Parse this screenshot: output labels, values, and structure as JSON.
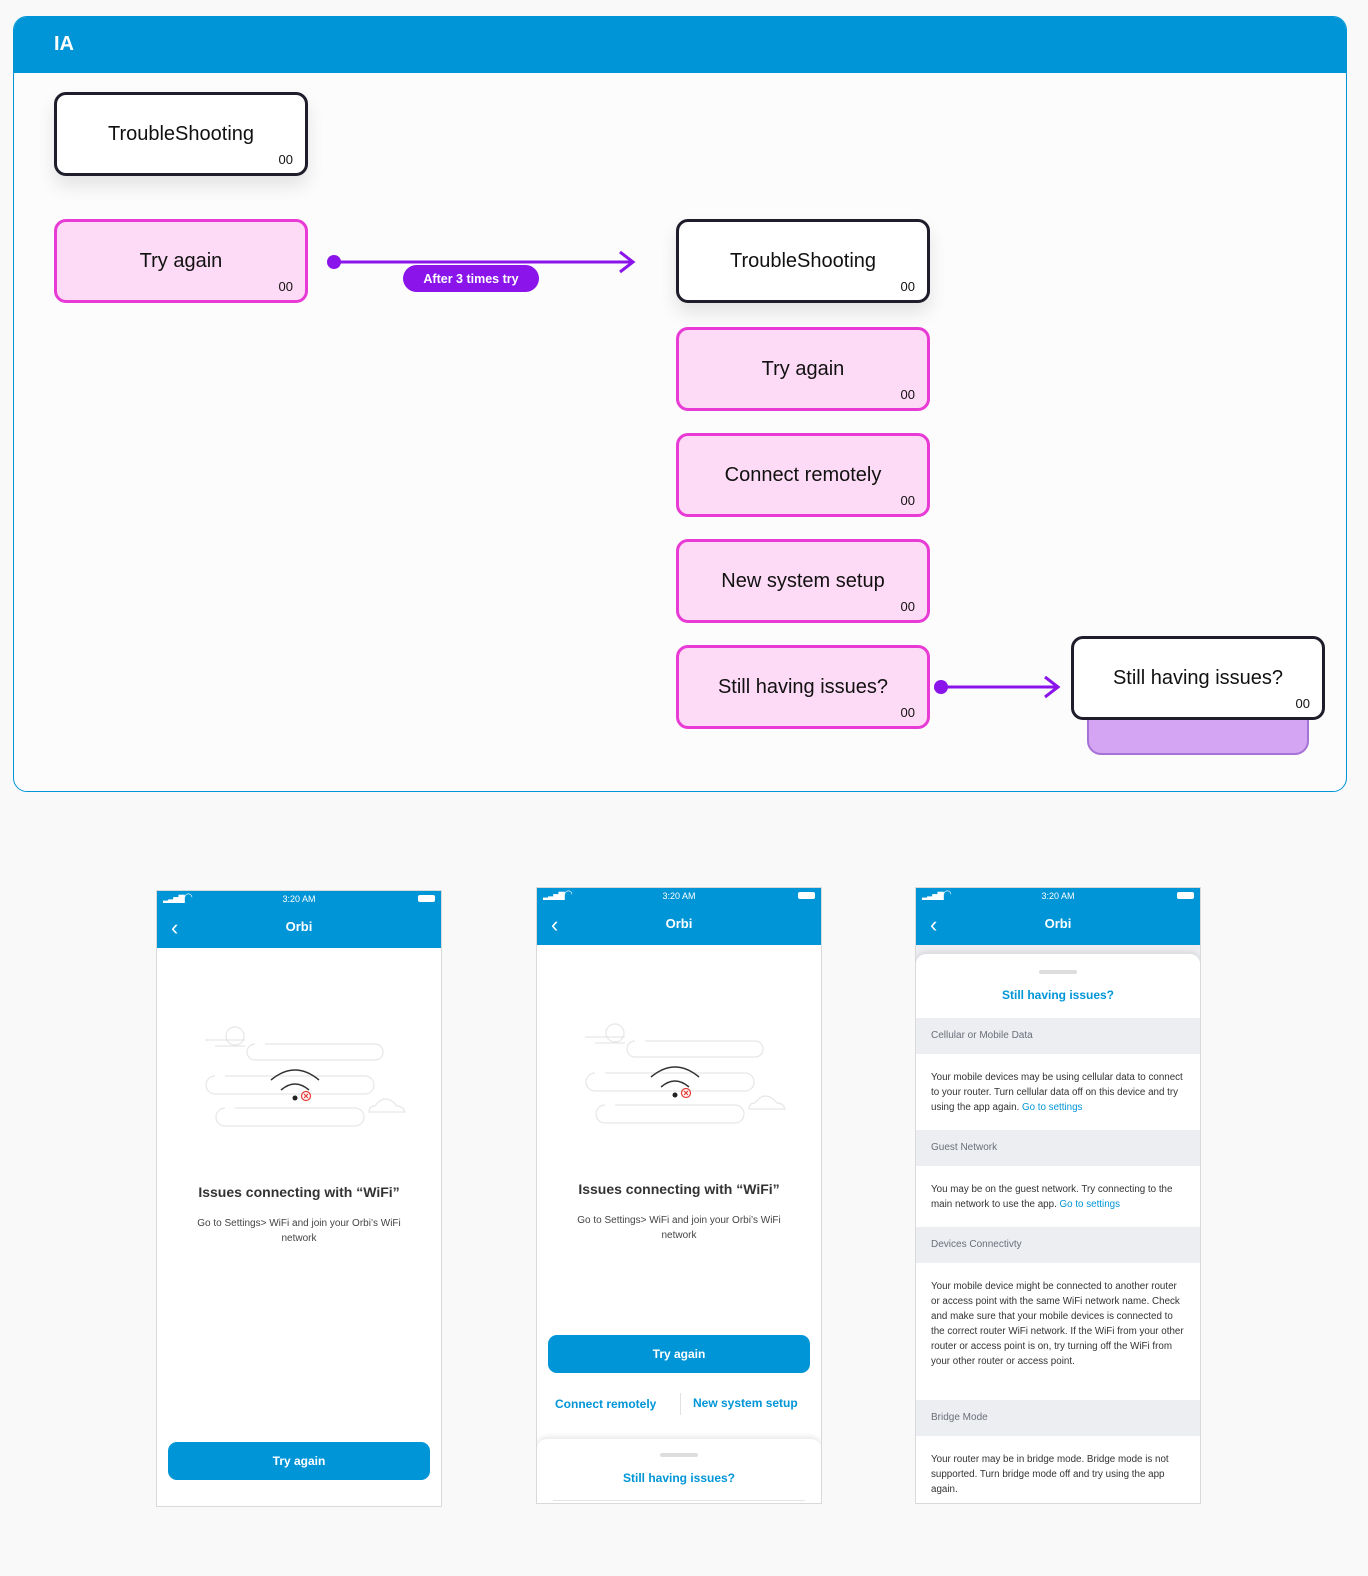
{
  "ia": {
    "header": "IA",
    "nodes": [
      {
        "label": "TroubleShooting",
        "num": "00"
      },
      {
        "label": "Try again",
        "num": "00"
      },
      {
        "label": "TroubleShooting",
        "num": "00"
      },
      {
        "label": "Try again",
        "num": "00"
      },
      {
        "label": "Connect remotely",
        "num": "00"
      },
      {
        "label": "New system setup",
        "num": "00"
      },
      {
        "label": "Still having issues?",
        "num": "00"
      },
      {
        "label": "Still having issues?",
        "num": "00"
      }
    ],
    "connector_label": "After 3 times try",
    "colors": {
      "accent": "#0095d7",
      "connector": "#8a14ea",
      "node_pink": "#fddaf5",
      "node_pink_border": "#e83ad4"
    }
  },
  "phones": [
    {
      "status_time": "3:20 AM",
      "nav_title": "Orbi",
      "headline": "Issues connecting with “WiFi”",
      "sub": "Go to Settings> WiFi and join your Orbi’s WiFi network",
      "primary_button": "Try again"
    },
    {
      "status_time": "3:20 AM",
      "nav_title": "Orbi",
      "headline": "Issues connecting with “WiFi”",
      "sub": "Go to Settings> WiFi and join your Orbi’s WiFi network",
      "primary_button": "Try again",
      "link_left": "Connect remotely",
      "link_right": "New system setup",
      "sheet_title": "Still having issues?"
    },
    {
      "status_time": "3:20 AM",
      "nav_title": "Orbi",
      "sheet_title": "Still having issues?",
      "sections": [
        {
          "title": "Cellular or Mobile Data",
          "body": "Your mobile devices may be using cellular data to connect to your router. Turn cellular data off on this device and try using the app again.",
          "link": "Go to settings"
        },
        {
          "title": "Guest Network",
          "body": "You may be on the guest network. Try connecting to the main network to use the app.",
          "link": "Go to settings"
        },
        {
          "title": "Devices Connectivty",
          "body": "Your mobile device might be connected to another router or access point with the same WiFi network name. Check and make sure that your mobile devices is connected to the correct router WiFi network. If the WiFi from your other router or access point is on, try turning off the WiFi from your other router or access point.",
          "link": ""
        },
        {
          "title": "Bridge Mode",
          "body": "Your router may be in bridge mode. Bridge mode is not supported. Turn bridge mode off and try using the app again.",
          "link": ""
        }
      ]
    }
  ]
}
